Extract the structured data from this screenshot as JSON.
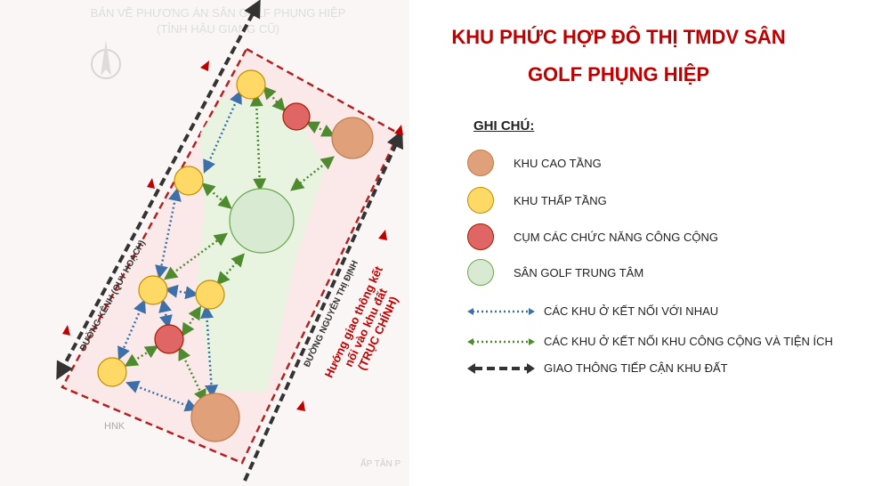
{
  "title_line1": "KHU PHỨC HỢP ĐÔ THỊ TMDV SÂN",
  "title_line2": "GOLF PHỤNG HIỆP",
  "map": {
    "header1": "BẢN VẼ PHƯƠNG ÁN SÂN GOLF PHỤNG HIỆP",
    "header2": "(TỈNH HẬU GIANG CŨ)",
    "road_left": "ĐƯỜNG KÊNH (QUY HOẠCH)",
    "road_right": "ĐƯỜNG NGUYỄN THỊ ĐỊNH",
    "access1": "Hướng giao thông kết",
    "access2": "nối vào khu đất",
    "access3": "(TRỤC CHÍNH)",
    "label_hnk": "HNK",
    "label_ap": "ẤP TÂN P"
  },
  "legend": {
    "heading": "GHI CHÚ:",
    "items": [
      {
        "label": "KHU CAO TẦNG",
        "color": "#e0a07a"
      },
      {
        "label": "KHU THẤP TẦNG",
        "color": "#ffd966"
      },
      {
        "label": "CỤM CÁC CHỨC NĂNG CÔNG CỘNG",
        "color": "#e06666"
      },
      {
        "label": "SÂN GOLF TRUNG TÂM",
        "color": "#d9ead3"
      },
      {
        "label": "CÁC KHU Ở KẾT NỐI VỚI NHAU",
        "color": "#3d6fa8"
      },
      {
        "label": "CÁC KHU Ở KẾT NỐI KHU CÔNG CỘNG VÀ TIỆN ÍCH",
        "color": "#4e8a2e"
      },
      {
        "label": "GIAO THÔNG TIẾP CẬN KHU ĐẤT",
        "color": "#333333"
      }
    ]
  }
}
